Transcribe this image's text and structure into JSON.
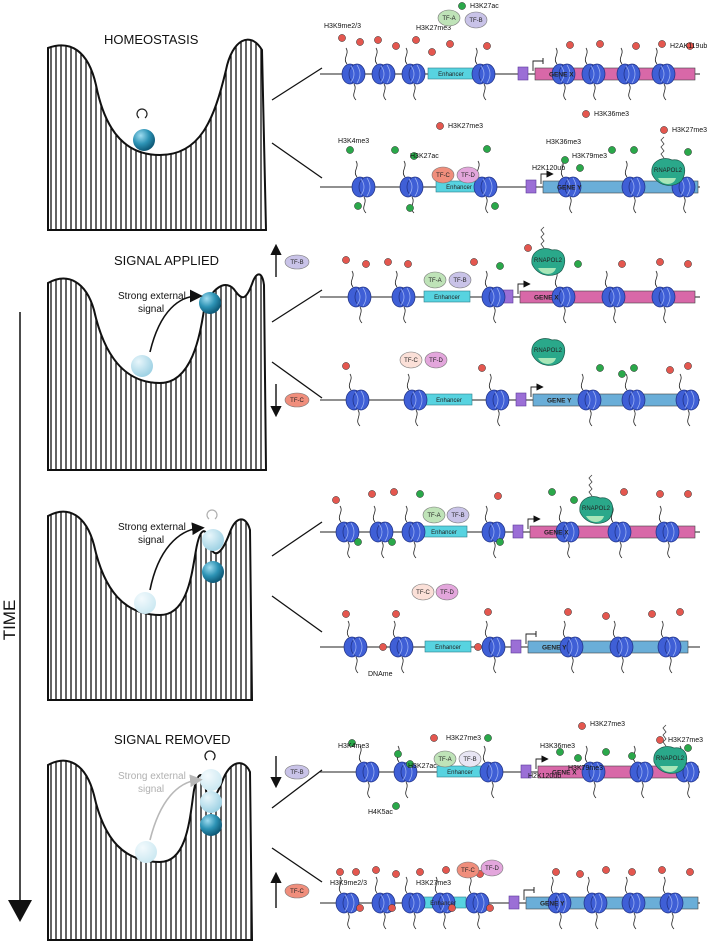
{
  "panels": {
    "homeostasis": "HOMEOSTASIS",
    "signal_applied": "SIGNAL APPLIED",
    "signal_removed": "SIGNAL REMOVED"
  },
  "signal_label_line1": "Strong external",
  "signal_label_line2": "signal",
  "time_label": "TIME",
  "genes": {
    "x": "GENE X",
    "y": "GENE Y"
  },
  "enhancer": "Enhancer",
  "tfs": {
    "a": "TF-A",
    "b": "TF-B",
    "c": "TF-C",
    "d": "TF-D"
  },
  "polymerase": "RNAPOL2",
  "marks": {
    "h3k27ac": "H3K27ac",
    "h3k9me": "H3K9me2/3",
    "h3k27me3": "H3K27me3",
    "h2ak119ub": "H2AK119ub",
    "h3k4me3": "H3K4me3",
    "h3k36me3": "H3K36me3",
    "h2k120ub": "H2K120ub",
    "h3k79me3": "H3K79me3",
    "dname": "DNAme",
    "h4k5ac": "H4K5ac"
  },
  "colors": {
    "nucleosome": "#3f5fd6",
    "gene_x": "#d868a8",
    "gene_y": "#6aaed8",
    "enhancer": "#57d3e0",
    "promoter": "#9b6fd6",
    "active_mark": "#2aa84a",
    "repressive_mark": "#e4574f",
    "tf_a": "#bfe3b8",
    "tf_b": "#c9c3e8",
    "tf_c": "#f08e7c",
    "tf_d": "#e3a6dc",
    "ball": "#2d93b5",
    "polymerase": "#2aa88a"
  }
}
